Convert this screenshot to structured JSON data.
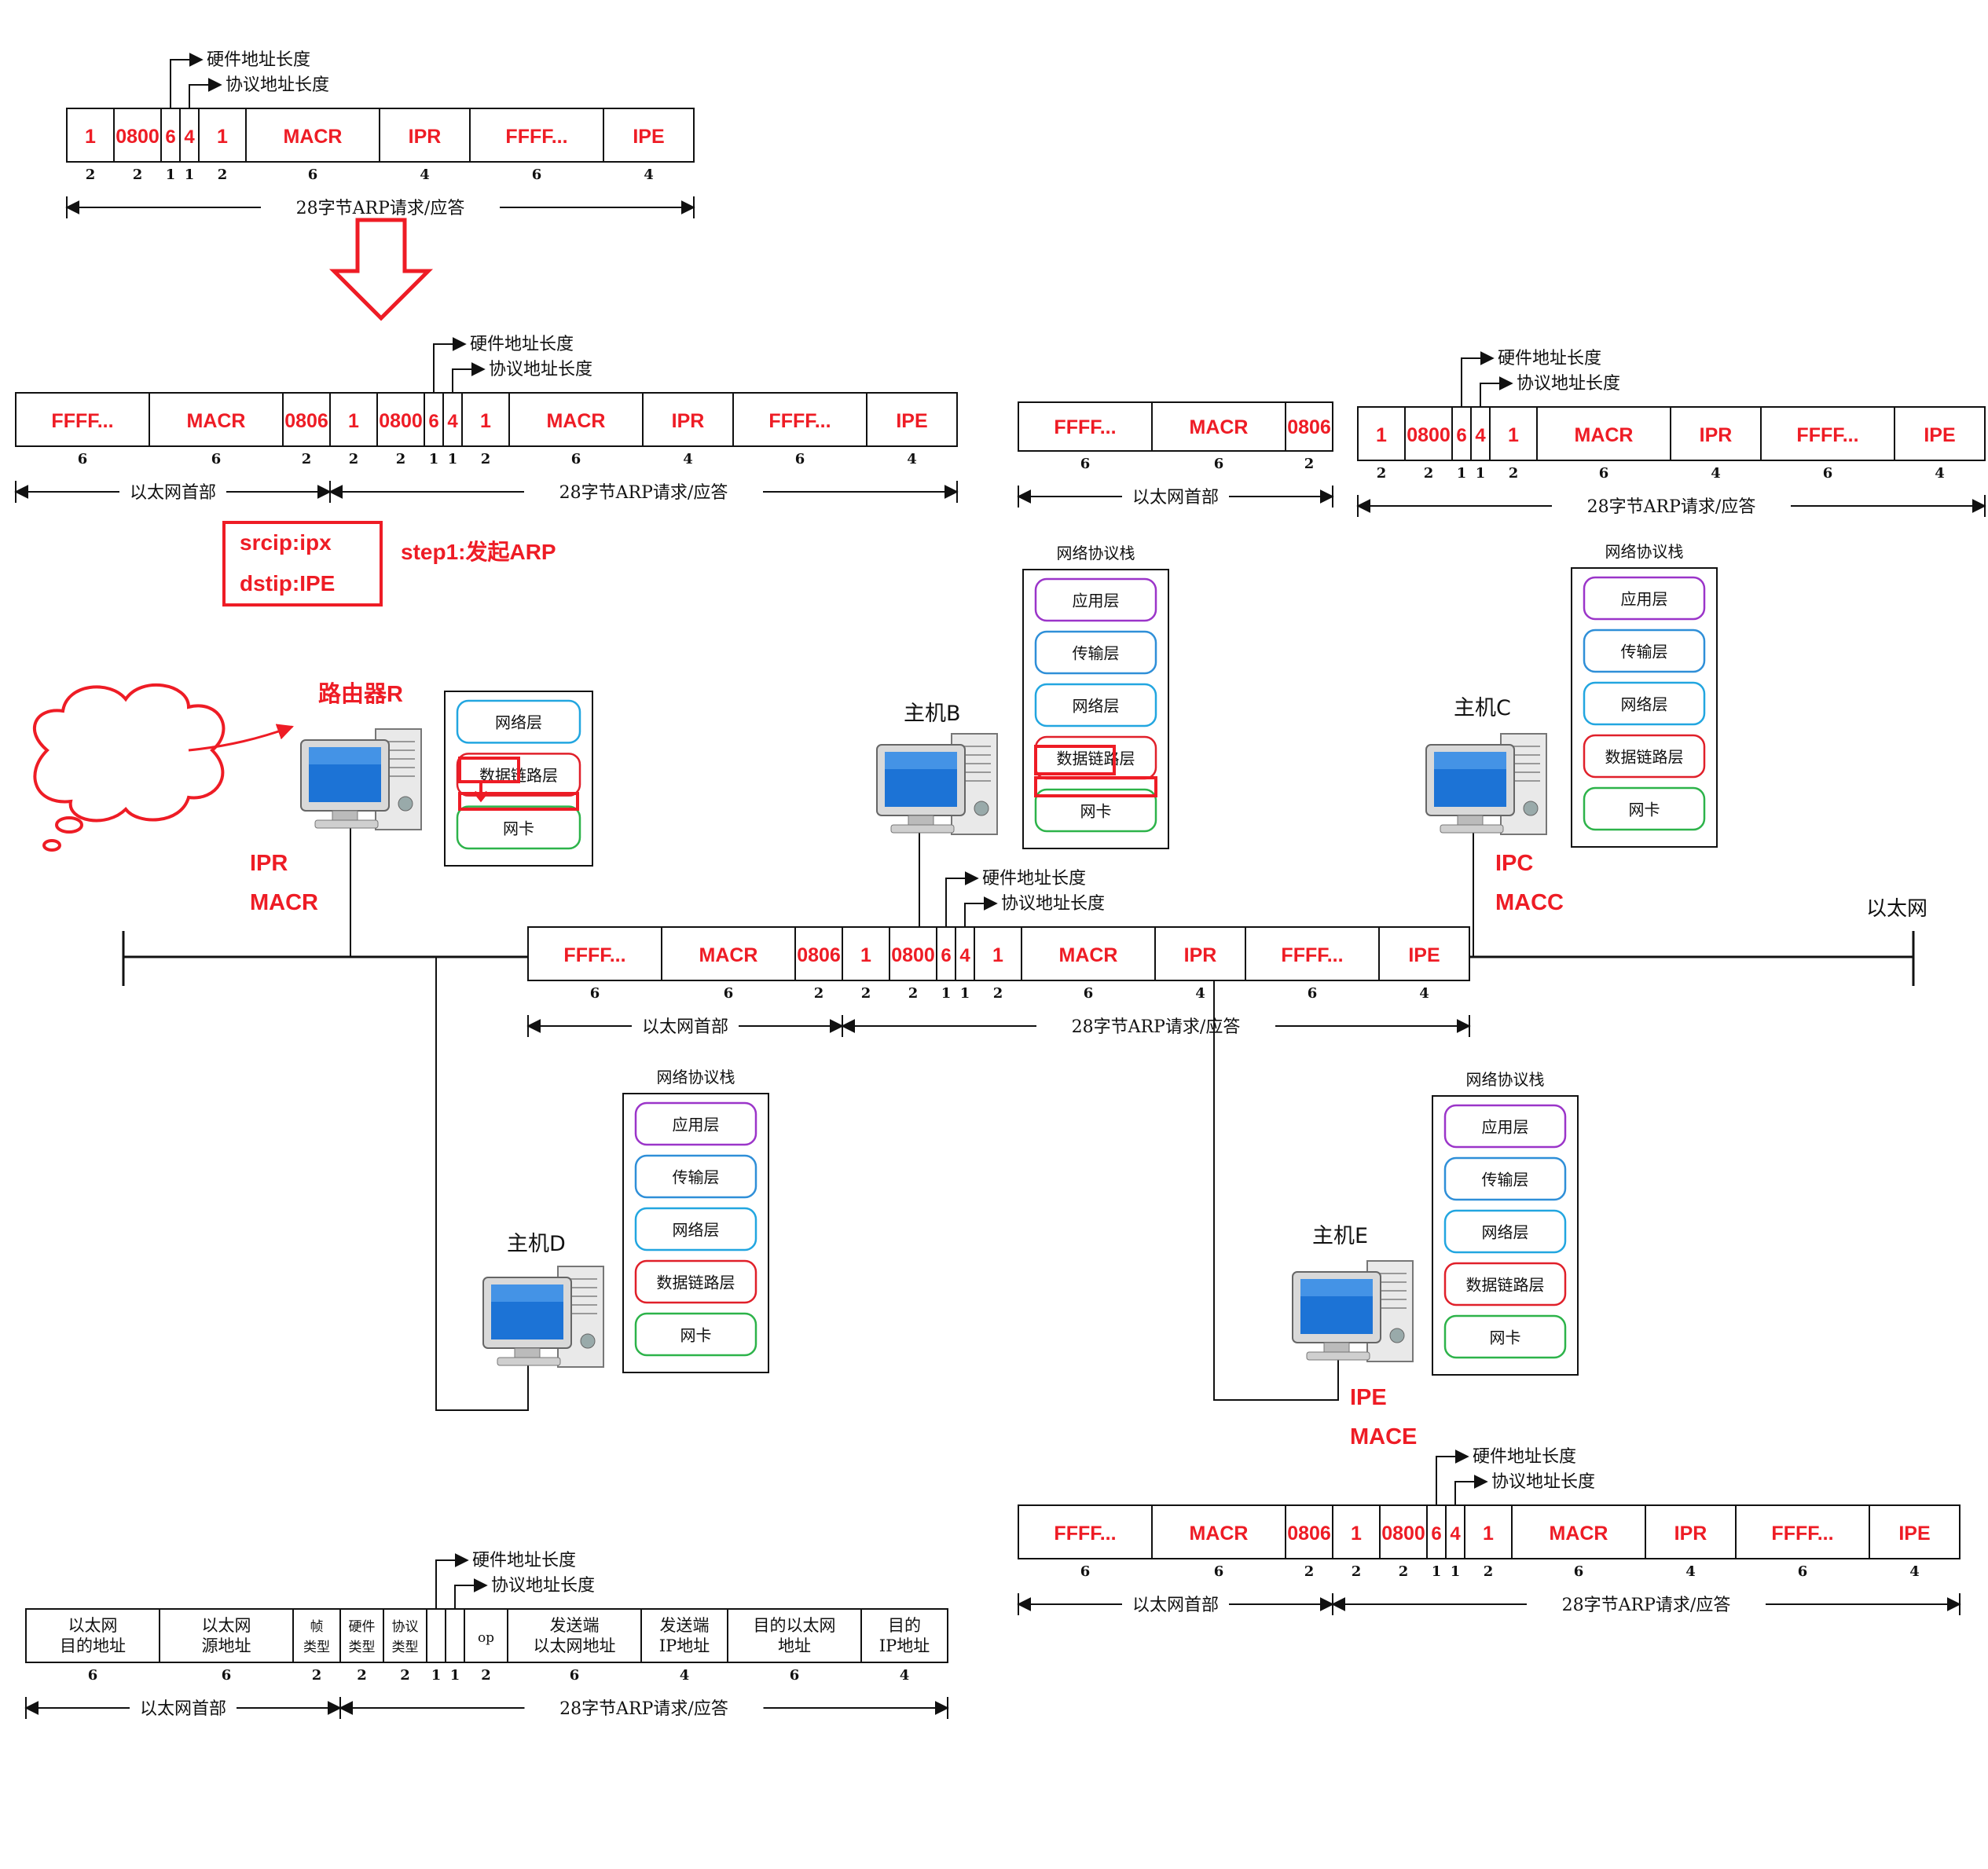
{
  "colors": {
    "accent": "#ee1c25",
    "layer_app": "#9b35c9",
    "layer_trans": "#2f8fd8",
    "layer_net": "#22a6e0",
    "layer_link": "#e0202a",
    "layer_nic": "#2db34a"
  },
  "labels": {
    "hw_len": "硬件地址长度",
    "proto_len": "协议地址长度",
    "arp28": "28字节ARP请求/应答",
    "eth_header": "以太网首部",
    "ethernet": "以太网",
    "stack_title": "网络协议栈"
  },
  "layers": [
    "应用层",
    "传输层",
    "网络层",
    "数据链路层",
    "网卡"
  ],
  "router": {
    "name": "路由器R",
    "ip": "IPR",
    "mac": "MACR"
  },
  "hosts": {
    "b": {
      "name": "主机B"
    },
    "c": {
      "name": "主机C",
      "ip": "IPC",
      "mac": "MACC"
    },
    "d": {
      "name": "主机D"
    },
    "e": {
      "name": "主机E",
      "ip": "IPE",
      "mac": "MACE"
    }
  },
  "step": {
    "src": "srcip:ipx",
    "dst": "dstip:IPE",
    "label": "step1:发起ARP"
  },
  "arp_fields": [
    "1",
    "0800",
    "6",
    "4",
    "1",
    "MACR",
    "IPR",
    "FFFF...",
    "IPE"
  ],
  "arp_sizes": [
    "2",
    "2",
    "1",
    "1",
    "2",
    "6",
    "4",
    "6",
    "4"
  ],
  "eth_fields": [
    "FFFF...",
    "MACR",
    "0806"
  ],
  "eth_sizes": [
    "6",
    "6",
    "2"
  ],
  "legend_fields": [
    "以太网\n目的地址",
    "以太网\n源地址",
    "帧\n类型",
    "硬件\n类型",
    "协议\n类型",
    "",
    "",
    "op",
    "发送端\n以太网地址",
    "发送端\nIP地址",
    "目的以太网\n地址",
    "目的\nIP地址"
  ],
  "legend_sizes": [
    "6",
    "6",
    "2",
    "2",
    "2",
    "1",
    "1",
    "2",
    "6",
    "4",
    "6",
    "4"
  ],
  "icons": [
    "arrow-down-icon",
    "cloud-icon",
    "computer-icon"
  ]
}
